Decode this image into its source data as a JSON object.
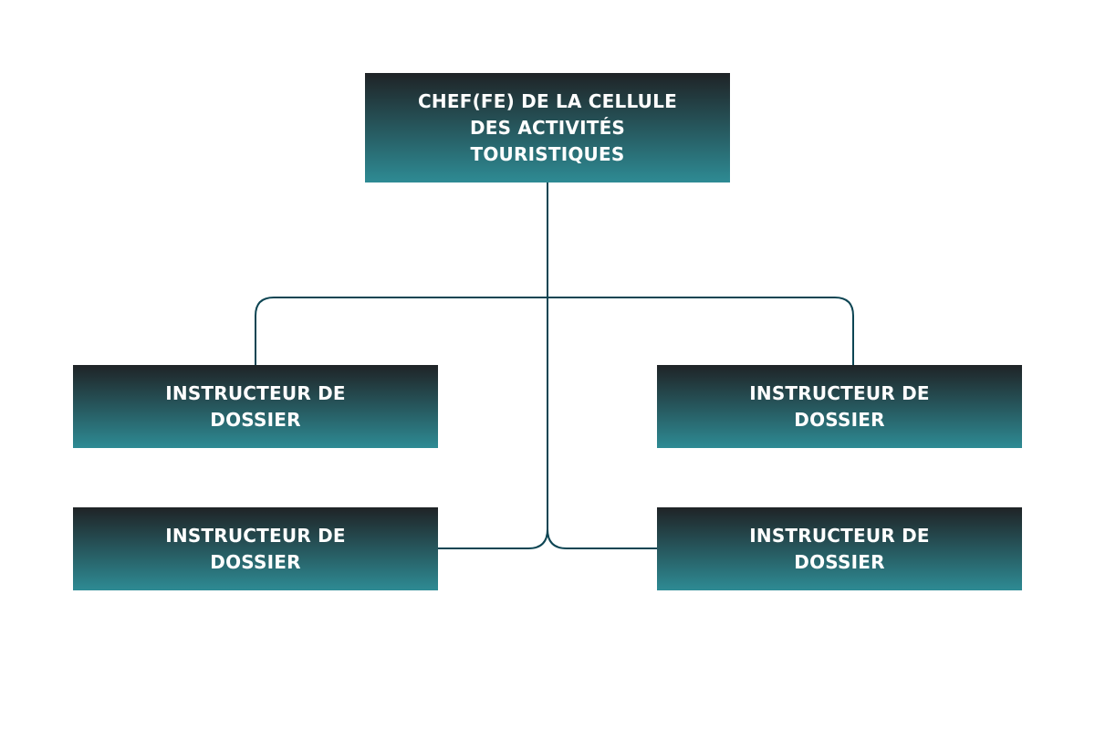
{
  "colors": {
    "box_gradient_top": "#1f2326",
    "box_gradient_bottom": "#2e8b94",
    "connector": "#0d4553",
    "text": "#ffffff",
    "background": "#ffffff"
  },
  "org_chart": {
    "root": {
      "label": "CHEF(FE) DE LA CELLULE\nDES ACTIVITÉS\nTOURISTIQUES"
    },
    "children": [
      {
        "label": "INSTRUCTEUR DE\nDOSSIER"
      },
      {
        "label": "INSTRUCTEUR DE\nDOSSIER"
      },
      {
        "label": "INSTRUCTEUR DE\nDOSSIER"
      },
      {
        "label": "INSTRUCTEUR DE\nDOSSIER"
      }
    ]
  }
}
